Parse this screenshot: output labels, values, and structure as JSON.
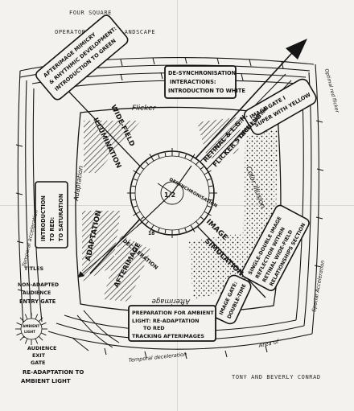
{
  "header": {
    "title": "FOUR SQUARE",
    "subtitle": "OPERATOR DOMAINS LANDSCAPE"
  },
  "footer": {
    "credit": "TONY AND BEVERLY CONRAD"
  },
  "boxes": {
    "afterimage_mimicry": [
      "AFTERIMAGE MIMICRY",
      "& RHYTHMIC DEVELOPMENT:",
      "INTRODUCTION TO GREEN"
    ],
    "desynchronisation": [
      "DE-SYNCHRONISATION",
      "INTERACTIONS:",
      "INTRODUCTION TO WHITE"
    ],
    "image_gate_1": [
      "IMAGE GATE I",
      "SUPER WITH YELLOW"
    ],
    "introduction_to_red": [
      "INTRODUCTION",
      "TO RED:",
      "TO SATURATION"
    ],
    "single_double_image": [
      "SINGLE-DOUBLE IMAGE",
      "REFLECTION WITHIN",
      "RETINAL WIDE-FIELD",
      "RELATIONSHIPS SECTION"
    ],
    "image_gate_2": [
      "IMAGE GATE:",
      "DOUBLE-TIME"
    ],
    "preparation_ambient": [
      "PREPARATION FOR AMBIENT",
      "LIGHT: RE-ADAPTATION",
      "TO RED",
      "TRACKING AFTERIMAGES"
    ]
  },
  "labels": {
    "wide_field": "WIDE-FIELD",
    "illumination": "ILLUMINATION",
    "flicker": "Flicker",
    "retinal_lgn": "RETINAL & L.G.N.",
    "flicker_stimulus": "FLICKER STIMULUS",
    "deceleration_diag": "DECELERATION",
    "colour_illusion": "Color Illusion",
    "adaptation": "Adaptation",
    "temporal_acceleration": "Temporal acceleration",
    "adaptation_hatched": "ADAPTATION",
    "deceleration": "DECELERATION",
    "afterimage_hatched": "AFTERIMAGE",
    "image": "IMAGE",
    "simulation": "SIMULATION",
    "afterimage_bottom": "Afterimage",
    "temporal_deceleration": "Temporal deceleration",
    "spatial_acceleration": "Spatial Acceleration",
    "area_of": "Area of",
    "optimal_red_flicker": "Optimal red flicker",
    "desync_arc": "DESYNCHRONISATION",
    "dial_low": "1/2",
    "dial_high": "18"
  },
  "gates": {
    "titles": "TITLES",
    "entry": [
      "NON-ADAPTED",
      "AUDIENCE",
      "ENTRY GATE"
    ],
    "burst": [
      "AMBIENT",
      "LIGHT"
    ],
    "exit": [
      "AUDIENCE",
      "EXIT",
      "GATE"
    ],
    "readaptation": [
      "RE-ADAPTATION TO",
      "AMBIENT LIGHT"
    ]
  }
}
